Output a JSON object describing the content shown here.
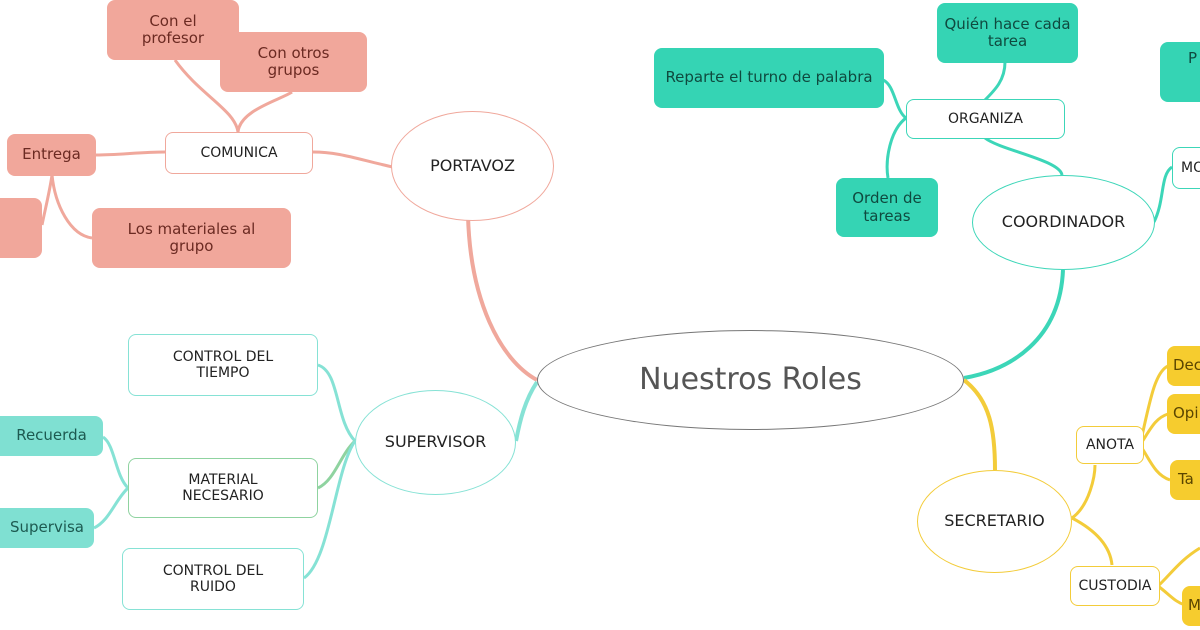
{
  "root": {
    "label": "Nuestros Roles"
  },
  "portavoz": {
    "label": "PORTAVOZ",
    "comunica": {
      "label": "COMUNICA",
      "con_el_profesor": "Con el\nprofesor",
      "con_otros_grupos": "Con otros\ngrupos",
      "entrega": "Entrega",
      "materiales": "Los materiales al\ngrupo"
    }
  },
  "coordinador": {
    "label": "COORDINADOR",
    "organiza": {
      "label": "ORGANIZA",
      "quien_hace": "Quién hace cada\ntarea",
      "reparte": "Reparte el turno de palabra",
      "orden": "Orden de\ntareas"
    },
    "mo_partial": "MO",
    "p_partial": "P"
  },
  "supervisor": {
    "label": "SUPERVISOR",
    "control_tiempo": "CONTROL DEL\nTIEMPO",
    "material_necesario": {
      "label": "MATERIAL\nNECESARIO",
      "recuerda": "Recuerda",
      "supervisa": "Supervisa"
    },
    "control_ruido": "CONTROL DEL\nRUIDO"
  },
  "secretario": {
    "label": "SECRETARIO",
    "anota": {
      "label": "ANOTA",
      "items": [
        "Dec",
        "Opi",
        "Ta"
      ]
    },
    "custodia": {
      "label": "CUSTODIA",
      "items": [
        "M"
      ]
    }
  },
  "colors": {
    "pink": "#f1a79b",
    "teal": "#35d4b4",
    "aqua": "#7fe0d2",
    "yellow": "#f6cc2e",
    "root_border": "#777777"
  }
}
